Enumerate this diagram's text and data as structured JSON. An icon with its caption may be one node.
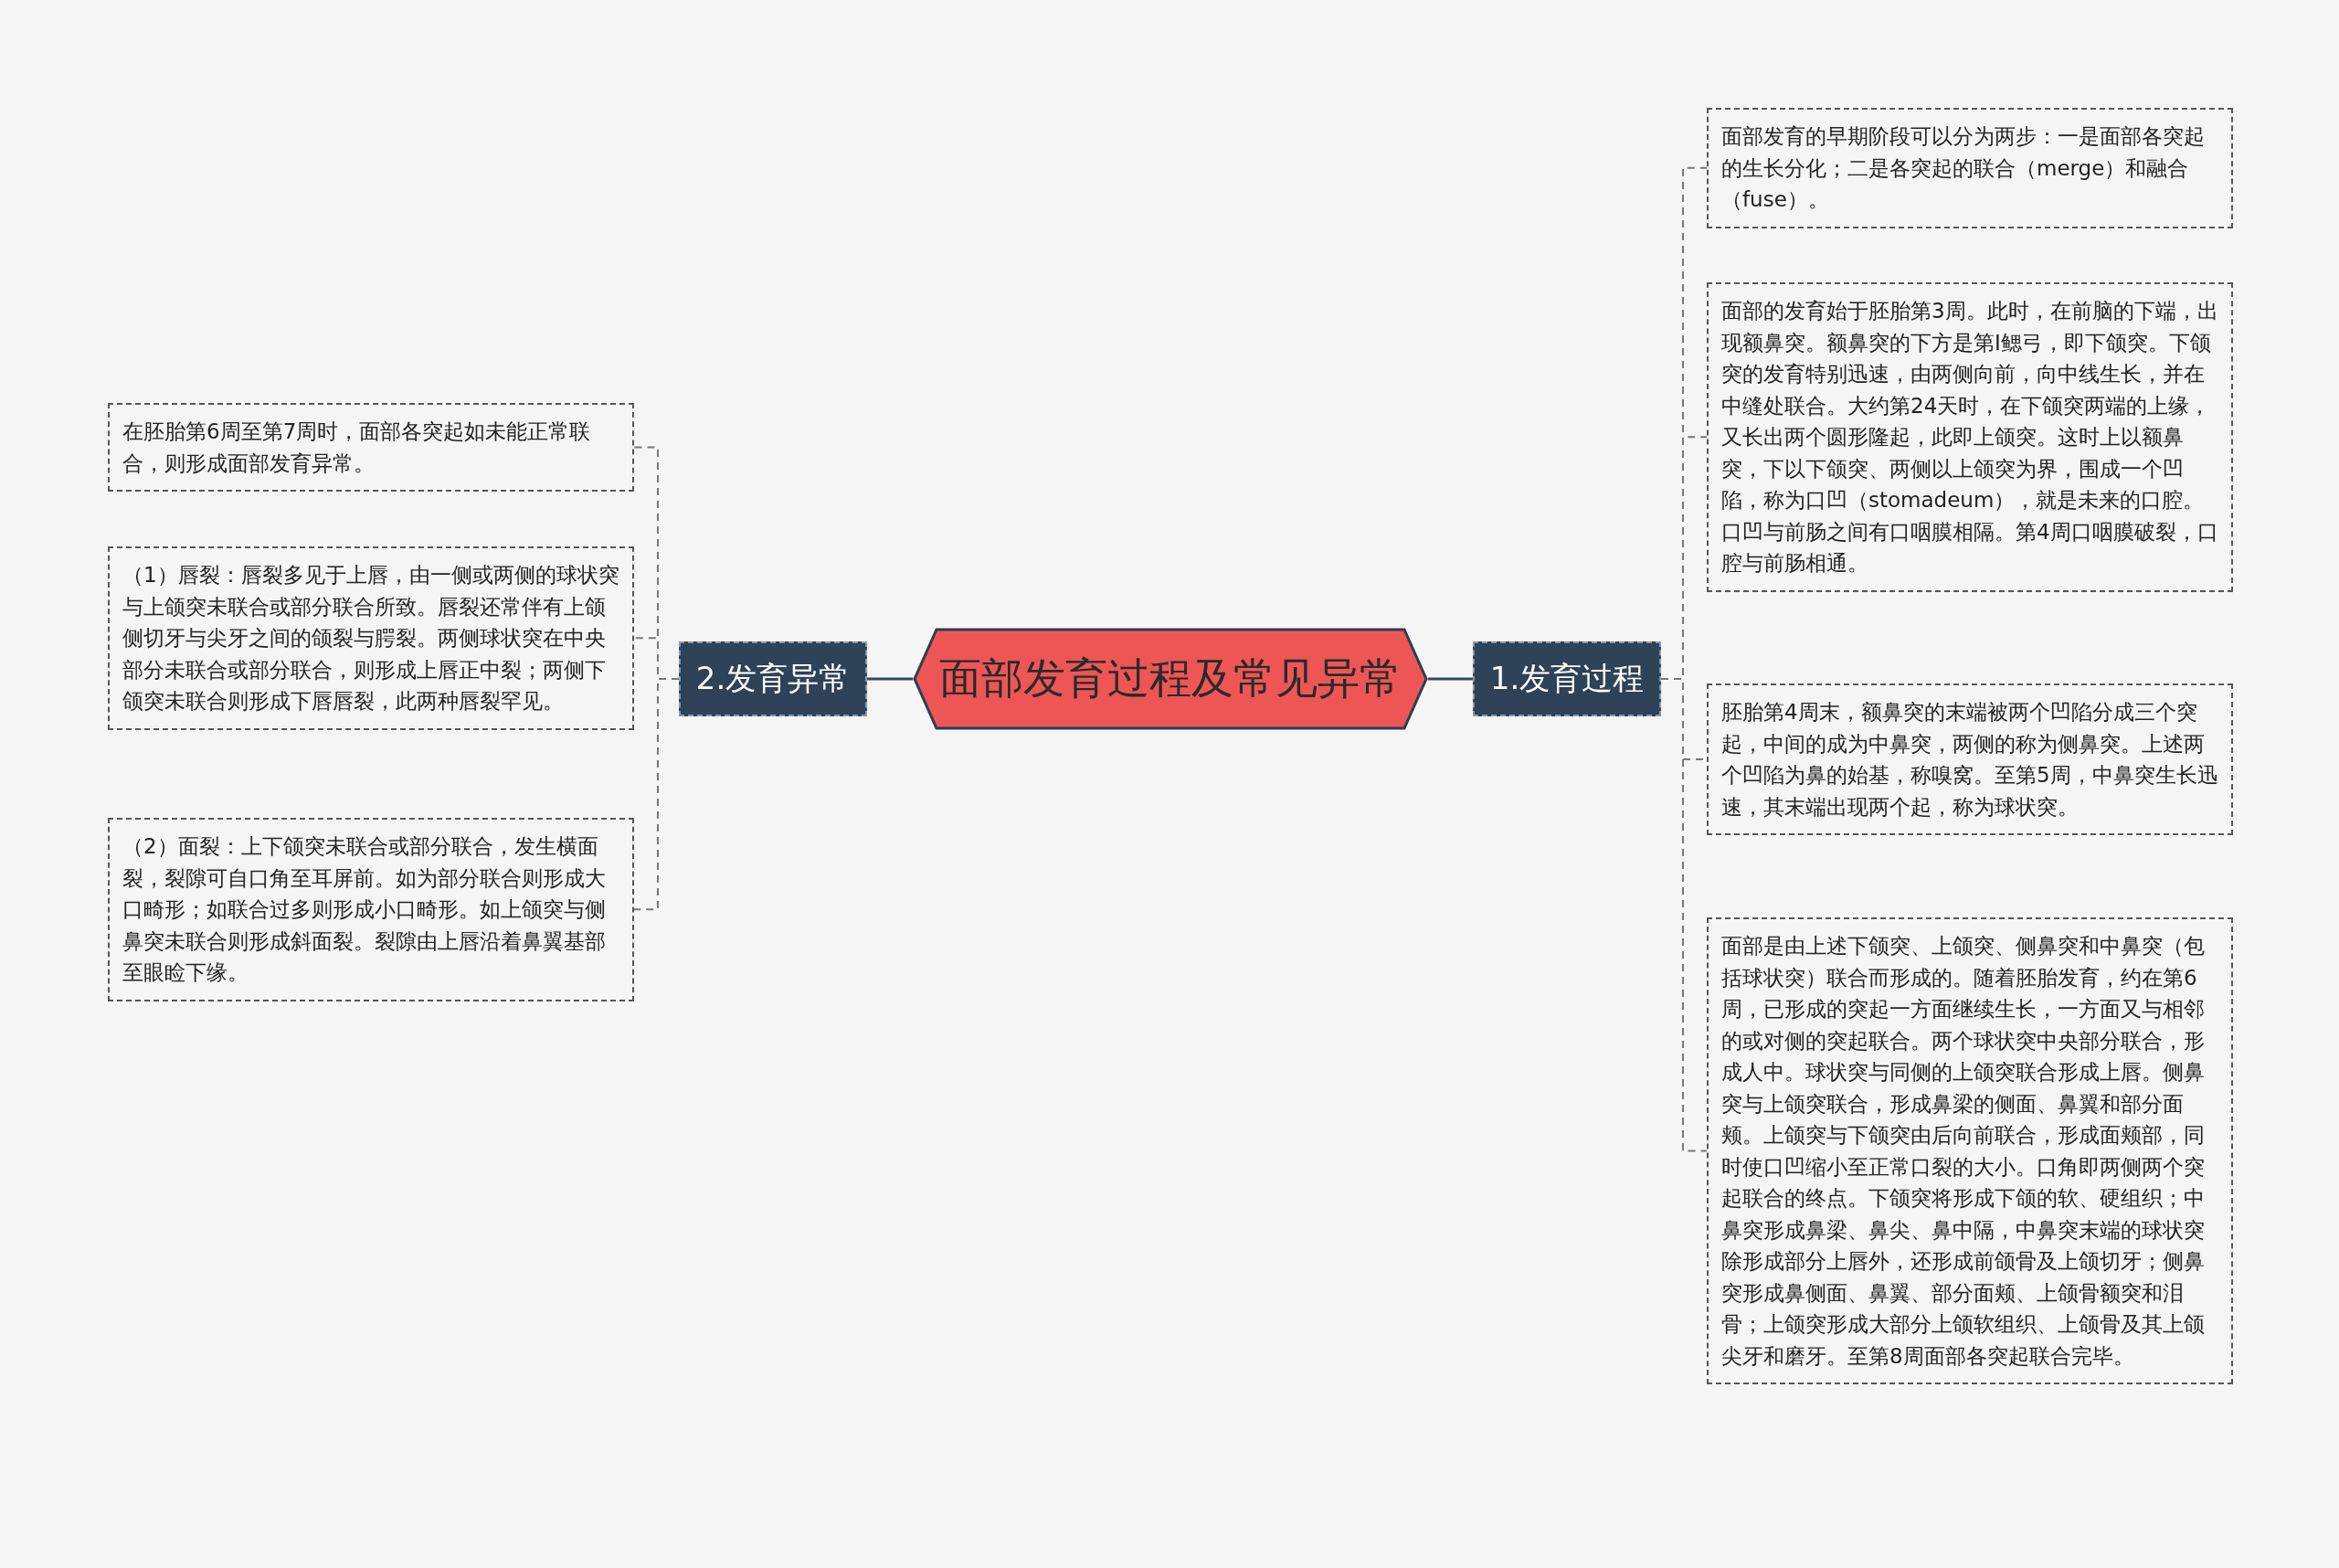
{
  "diagram": {
    "nodes": [
      {
        "text": [
          "面部发育过程及常见异常"
        ]
      },
      {
        "text": [
          "1.发育过程"
        ]
      },
      {
        "text": [
          "面部发育的早期阶段可以分为两步：一是面部各突起的生长分化；二是各突起的联合（merge）和融合（fuse）。"
        ]
      },
      {
        "text": [
          "面部的发育始于胚胎第3周。此时，在前脑的下端，出现额鼻突。额鼻突的下方是第Ⅰ鳃弓，即下颌突。下颌突的发育特别迅速，由两侧向前，向中线生长，并在中缝处联合。大约第24天时，在下颌突两端的上缘，又长出两个圆形隆起，此即上颌突。这时上以额鼻突，下以下颌突、两侧以上颌突为界，围成一个凹陷，称为口凹（stomadeum），就是未来的口腔。口凹与前肠之间有口咽膜相隔。第4周口咽膜破裂，口腔与前肠相通。"
        ]
      },
      {
        "text": [
          "胚胎第4周末，额鼻突的末端被两个凹陷分成三个突起，中间的成为中鼻突，两侧的称为侧鼻突。上述两个凹陷为鼻的始基，称嗅窝。至第5周，中鼻突生长迅速，其末端出现两个起，称为球状突。"
        ]
      },
      {
        "text": [
          "面部是由上述下颌突、上颌突、侧鼻突和中鼻突（包括球状突）联合而形成的。随着胚胎发育，约在第6周，已形成的突起一方面继续生长，一方面又与相邻的或对侧的突起联合。两个球状突中央部分联合，形成人中。球状突与同侧的上颌突联合形成上唇。侧鼻突与上颌突联合，形成鼻梁的侧面、鼻翼和部分面颊。上颌突与下颌突由后向前联合，形成面颊部，同时使口凹缩小至正常口裂的大小。口角即两侧两个突起联合的终点。下颌突将形成下颌的软、硬组织；中鼻突形成鼻梁、鼻尖、鼻中隔，中鼻突末端的球状突除形成部分上唇外，还形成前颌骨及上颌切牙；侧鼻突形成鼻侧面、鼻翼、部分面颊、上颌骨额突和泪骨；上颌突形成大部分上颌软组织、上颌骨及其上颌尖牙和磨牙。至第8周面部各突起联合完毕。"
        ]
      },
      {
        "text": [
          "2.发育异常"
        ]
      },
      {
        "text": [
          "在胚胎第6周至第7周时，面部各突起如未能正常联合，则形成面部发育异常。"
        ]
      },
      {
        "text": [
          "（1）唇裂：唇裂多见于上唇，由一侧或两侧的球状突与上颌突未联合或部分联合所致。唇裂还常伴有上颌侧切牙与尖牙之间的颌裂与腭裂。两侧球状突在中央部分未联合或部分联合，则形成上唇正中裂；两侧下颌突未联合则形成下唇唇裂，此两种唇裂罕见。"
        ]
      },
      {
        "text": [
          "（2）面裂：上下颌突未联合或部分联合，发生横面裂，裂隙可自口角至耳屏前。如为部分联合则形成大口畸形；如联合过多则形成小口畸形。如上颌突与侧鼻突未联合则形成斜面裂。裂隙由上唇沿着鼻翼基部至眼睑下缘。"
        ]
      }
    ],
    "edges": [
      {
        "from": 0,
        "to": 1,
        "arrow": "none"
      },
      {
        "from": 1,
        "to": 2,
        "arrow": "none",
        "style": "dashed"
      },
      {
        "from": 1,
        "to": 3,
        "arrow": "none",
        "style": "dashed"
      },
      {
        "from": 1,
        "to": 4,
        "arrow": "none",
        "style": "dashed"
      },
      {
        "from": 1,
        "to": 5,
        "arrow": "none",
        "style": "dashed"
      },
      {
        "from": 0,
        "to": 6,
        "arrow": "none"
      },
      {
        "from": 6,
        "to": 7,
        "arrow": "none",
        "style": "dashed"
      },
      {
        "from": 6,
        "to": 8,
        "arrow": "none",
        "style": "dashed"
      },
      {
        "from": 6,
        "to": 9,
        "arrow": "none",
        "style": "dashed"
      }
    ]
  }
}
